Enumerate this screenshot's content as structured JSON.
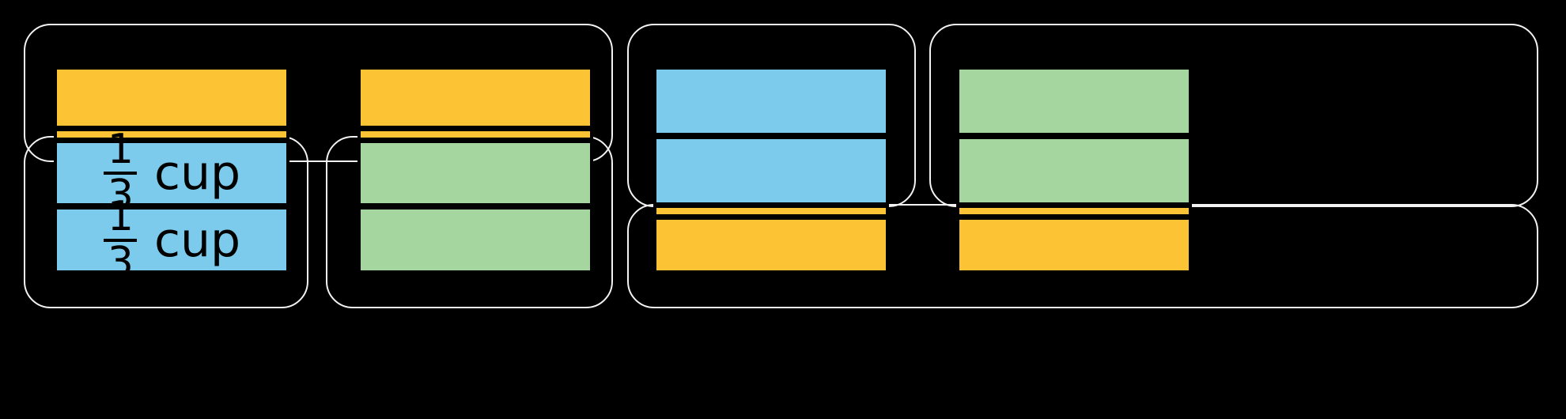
{
  "background_color": "#000000",
  "palette": {
    "orange": "#FCC434",
    "blue": "#7CCBEC",
    "green": "#A6D6A0",
    "outline": "#000000",
    "bracket": "#F2F2F2"
  },
  "labels": {
    "numerator": "1",
    "denominator": "3",
    "unit": "cup"
  },
  "groups": [
    {
      "id": "group-1-top",
      "name": "orange-top-bracket-left"
    },
    {
      "id": "group-1-bottom",
      "name": "blue-bottom-bracket-left"
    },
    {
      "id": "group-2-top",
      "name": "orange-top-bracket-mid"
    },
    {
      "id": "group-2-bottom",
      "name": "green-bottom-bracket-mid"
    },
    {
      "id": "group-3-top",
      "name": "blue-top-bracket-right"
    },
    {
      "id": "group-3-bottom",
      "name": "orange-bottom-bracket-right"
    },
    {
      "id": "group-4-top",
      "name": "green-top-bracket-far-right"
    },
    {
      "id": "group-4-bottom",
      "name": "orange-bottom-bracket-far-right"
    }
  ],
  "columns": [
    {
      "name": "column-1",
      "bands": [
        {
          "color": "orange",
          "kind": "thick",
          "label": null
        },
        {
          "color": "orange",
          "kind": "thin",
          "label": null
        },
        {
          "color": "blue",
          "kind": "thick",
          "label": "one-third-cup"
        },
        {
          "color": "blue",
          "kind": "thick",
          "label": "one-third-cup"
        }
      ]
    },
    {
      "name": "column-2",
      "bands": [
        {
          "color": "orange",
          "kind": "thick",
          "label": null
        },
        {
          "color": "orange",
          "kind": "thin",
          "label": null
        },
        {
          "color": "green",
          "kind": "thick",
          "label": null
        },
        {
          "color": "green",
          "kind": "thick",
          "label": null
        }
      ]
    },
    {
      "name": "column-3",
      "bands": [
        {
          "color": "blue",
          "kind": "thick",
          "label": null
        },
        {
          "color": "blue",
          "kind": "thick",
          "label": null
        },
        {
          "color": "orange",
          "kind": "thin",
          "label": null
        },
        {
          "color": "orange",
          "kind": "thick",
          "label": null
        }
      ]
    },
    {
      "name": "column-4",
      "bands": [
        {
          "color": "green",
          "kind": "thick",
          "label": null
        },
        {
          "color": "green",
          "kind": "thick",
          "label": null
        },
        {
          "color": "orange",
          "kind": "thin",
          "label": null
        },
        {
          "color": "orange",
          "kind": "thick",
          "label": null
        }
      ]
    }
  ]
}
